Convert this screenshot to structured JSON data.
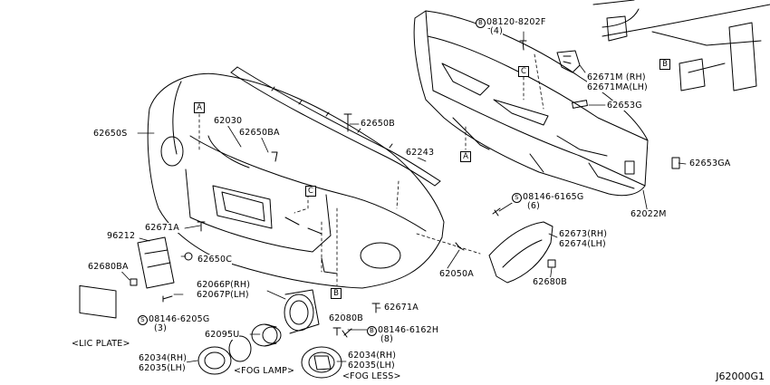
{
  "diagram_code": "J62000G1",
  "part_labels": {
    "p62650S": "62650S",
    "p62030": "62030",
    "p62650BA": "62650BA",
    "p62650B": "62650B",
    "p62243": "62243",
    "p96212": "96212",
    "p62671A_left": "62671A",
    "p62650C": "62650C",
    "p62680BA": "62680BA",
    "p62066P": "62066P(RH)",
    "p62067P": "62067P(LH)",
    "p08146_6205G": "08146-6205G",
    "p08146_6205G_qty": "(3)",
    "p62080B": "62080B",
    "p08146_6162H": "08146-6162H",
    "p08146_6162H_qty": "(8)",
    "p62671A_right": "62671A",
    "p62050A": "62050A",
    "p62680B": "62680B",
    "p62673": "62673(RH)",
    "p62674": "62674(LH)",
    "p08146_6165G": "08146-6165G",
    "p08146_6165G_qty": "(6)",
    "p62022M": "62022M",
    "p62653GA": "62653GA",
    "p62653G": "62653G",
    "p62671M": "62671M (RH)",
    "p62671MA": "62671MA(LH)",
    "p08120_8202F": "08120-8202F",
    "p08120_8202F_qty": "(4)",
    "p62095U": "62095U",
    "p62034_left": "62034(RH)",
    "p62035_left": "62035(LH)",
    "p62034_right": "62034(RH)",
    "p62035_right": "62035(LH)"
  },
  "captions": {
    "lic_plate": "<LIC PLATE>",
    "fog_lamp": "<FOG LAMP>",
    "fog_less": "<FOG LESS>"
  },
  "symbols": {
    "bolt_marker": "B",
    "screw_marker": "S"
  },
  "callouts": {
    "a1": "A",
    "a2": "A",
    "b1": "B",
    "b2": "B",
    "c1": "C",
    "c2": "C"
  }
}
